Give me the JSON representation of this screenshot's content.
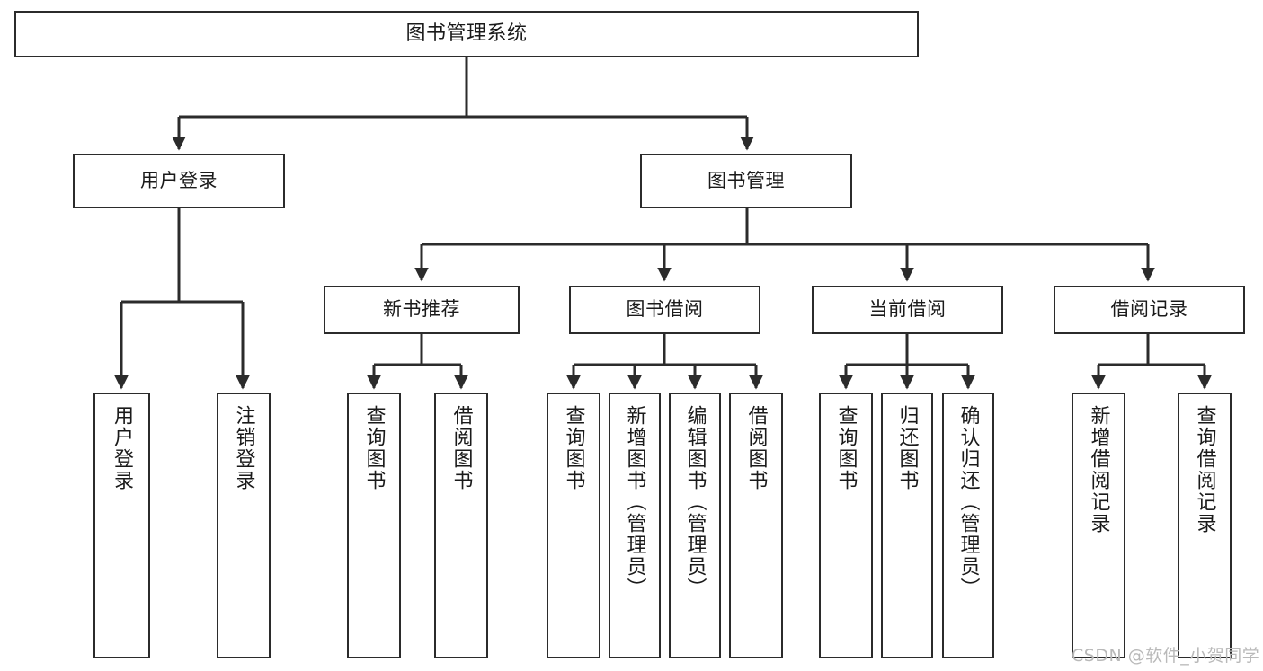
{
  "diagram": {
    "type": "tree",
    "title": "图书管理系统",
    "orientation": "top-down",
    "colors": {
      "box_border": "#2b2b2b",
      "box_fill": "#ffffff",
      "connector": "#2b2b2b",
      "text": "#1a1a1a",
      "watermark": "#b9b9b9",
      "canvas": "#ffffff"
    },
    "root": {
      "id": "root",
      "label": "图书管理系统"
    },
    "level1": [
      {
        "id": "user-login",
        "label": "用户登录"
      },
      {
        "id": "book-manage",
        "label": "图书管理"
      }
    ],
    "level2": [
      {
        "id": "new-book-rec",
        "label": "新书推荐",
        "parent": "book-manage"
      },
      {
        "id": "book-borrow",
        "label": "图书借阅",
        "parent": "book-manage"
      },
      {
        "id": "current-borrow",
        "label": "当前借阅",
        "parent": "book-manage"
      },
      {
        "id": "borrow-record",
        "label": "借阅记录",
        "parent": "book-manage"
      }
    ],
    "leaves": [
      {
        "id": "leaf-user-login",
        "label": "用户登录",
        "parent": "user-login"
      },
      {
        "id": "leaf-logout",
        "label": "注销登录",
        "parent": "user-login"
      },
      {
        "id": "leaf-query-book-1",
        "label": "查询图书",
        "parent": "new-book-rec"
      },
      {
        "id": "leaf-borrow-book-1",
        "label": "借阅图书",
        "parent": "new-book-rec"
      },
      {
        "id": "leaf-query-book-2",
        "label": "查询图书",
        "parent": "book-borrow"
      },
      {
        "id": "leaf-add-book",
        "label": "新增图书（管理员）",
        "parent": "book-borrow"
      },
      {
        "id": "leaf-edit-book",
        "label": "编辑图书（管理员）",
        "parent": "book-borrow"
      },
      {
        "id": "leaf-borrow-book-2",
        "label": "借阅图书",
        "parent": "book-borrow"
      },
      {
        "id": "leaf-query-book-3",
        "label": "查询图书",
        "parent": "current-borrow"
      },
      {
        "id": "leaf-return-book",
        "label": "归还图书",
        "parent": "current-borrow"
      },
      {
        "id": "leaf-confirm-return",
        "label": "确认归还（管理员）",
        "parent": "current-borrow"
      },
      {
        "id": "leaf-add-record",
        "label": "新增借阅记录",
        "parent": "borrow-record"
      },
      {
        "id": "leaf-query-record",
        "label": "查询借阅记录",
        "parent": "borrow-record"
      }
    ]
  },
  "watermark": {
    "text": "CSDN @软件_小贺同学"
  }
}
